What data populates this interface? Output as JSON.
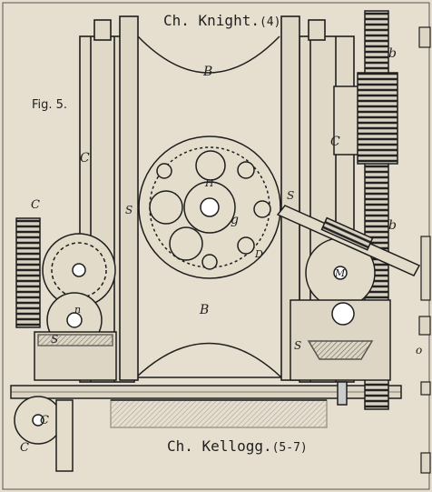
{
  "header": {
    "title": "Ch. Knight.",
    "title_ref": "(4)"
  },
  "footer": {
    "caption": "Ch. Kellogg.",
    "caption_ref": "(5-7)"
  },
  "figure": {
    "label": "Fig. 5."
  },
  "labels": {
    "B_top": "B",
    "B_bottom": "B",
    "C_left": "C",
    "C_right": "C",
    "C3": "C",
    "b_top": "b",
    "b_mid": "b",
    "S2": "S",
    "S_right": "S",
    "S_lower_left": "S",
    "S_lower_right": "S",
    "g": "g",
    "D": "D",
    "H": "H",
    "M": "M",
    "n": "n",
    "C1": "C",
    "C2": "C",
    "o": "o"
  },
  "colors": {
    "ink": "#1e1e1e",
    "paper": "#e6dfcf",
    "shade": "#8a857a"
  }
}
